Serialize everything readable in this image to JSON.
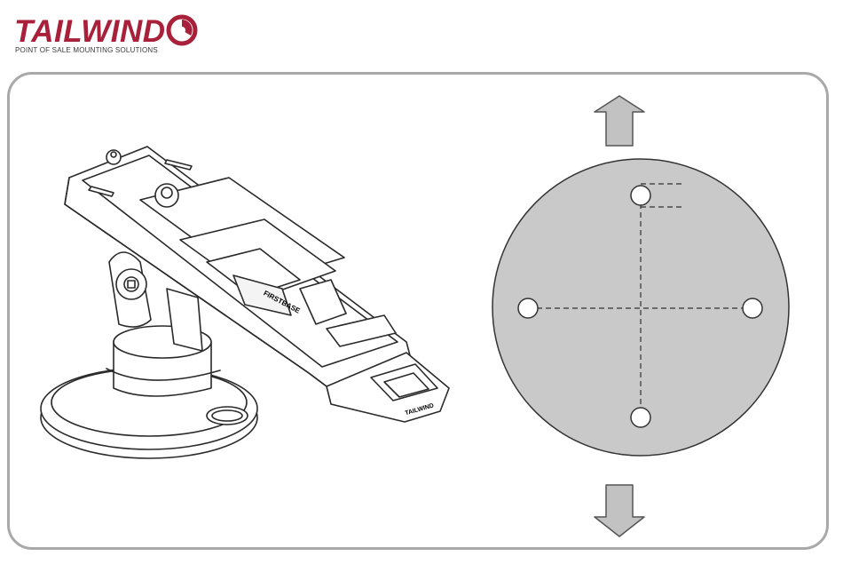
{
  "brand": {
    "name": "TAILWIND",
    "tagline": "POINT OF SALE MOUNTING SOLUTIONS",
    "color": "#a8203a"
  },
  "illustration": {
    "stand_label": "FIRSTBASE",
    "stand_tip_label": "TAILWIND"
  },
  "template": {
    "plate_color": "#c9c9c9",
    "arrows": [
      "up",
      "down"
    ],
    "holes": 4
  }
}
